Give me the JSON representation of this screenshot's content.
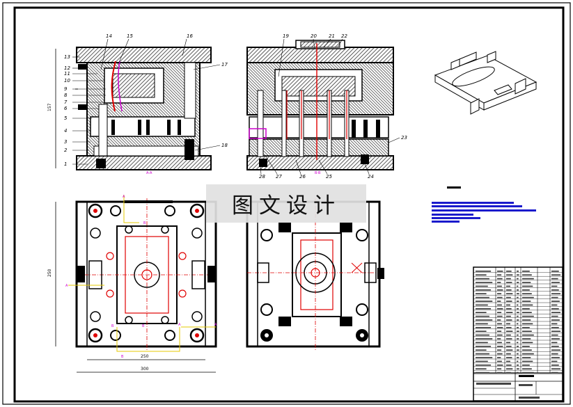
{
  "watermark": "图文设计",
  "section_labels": {
    "left": "A-A",
    "right": "B-B"
  },
  "dimensions": {
    "height_left": "157",
    "height_plan": "250",
    "width_inner": "250",
    "width_outer": "300"
  },
  "callouts_left": [
    "1",
    "2",
    "3",
    "4",
    "5",
    "6",
    "7",
    "8",
    "9",
    "10",
    "11",
    "12",
    "13",
    "14",
    "15",
    "16",
    "17",
    "18"
  ],
  "callouts_right": [
    "19",
    "20",
    "21",
    "22",
    "23",
    "24",
    "25",
    "26",
    "27",
    "28"
  ],
  "plan_markers": [
    "A",
    "A",
    "B",
    "B",
    "B",
    "B",
    "A",
    "A"
  ],
  "colors": {
    "line": "#000000",
    "hatch": "#555555",
    "red": "#e00000",
    "magenta": "#cc00cc",
    "blue": "#1a1acc",
    "yellow": "#e6c800"
  }
}
